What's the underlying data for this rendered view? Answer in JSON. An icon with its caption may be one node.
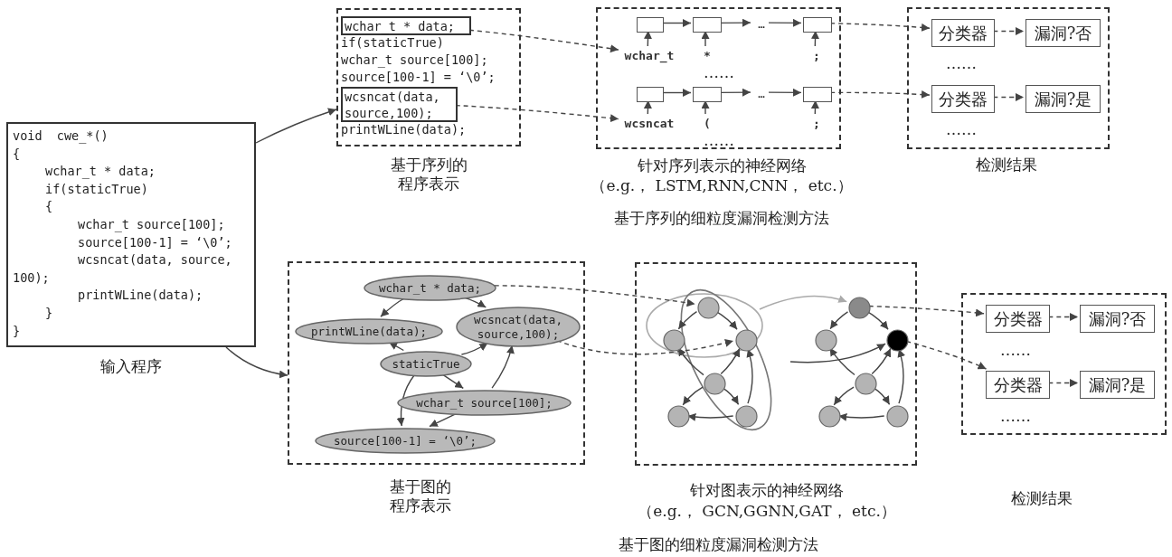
{
  "diagram": {
    "nodes": [
      {
        "text": [
          "void  cwe_*()",
          "{",
          "wchar_t * data;",
          "if(staticTrue)",
          "{",
          "wchar_t source[100];",
          "source[100-1] = ‘\\0’;",
          "wcsncat(data, source, 100);",
          "printWLine(data);",
          "}",
          "}"
        ],
        "beside": [
          "输入程序"
        ]
      },
      {
        "text": [
          "if(staticTrue)",
          "wchar_t source[100];",
          "source[100-1] = ‘\\0’;",
          "printWLine(data);"
        ],
        "beside": [
          "基于序列的程序表示"
        ]
      },
      {
        "text": [
          "wchar_t * data;"
        ],
        "in": 1
      },
      {
        "text": [
          "wcsncat(data, source,100);"
        ],
        "in": 1
      },
      {
        "text": [],
        "shape": "box",
        "beside": [
          "针对序列表示的神经网络",
          "（e.g.， LSTM,RNN,CNN， etc.）"
        ]
      },
      {
        "text": [],
        "shape": "box",
        "in": 4
      },
      {
        "text": [],
        "shape": "box",
        "in": 4
      },
      {
        "text": [
          "…"
        ],
        "in": 4
      },
      {
        "text": [],
        "shape": "box",
        "in": 4
      },
      {
        "text": [
          "wchar_t"
        ],
        "in": 4
      },
      {
        "text": [
          "*"
        ],
        "in": 4
      },
      {
        "text": [
          ";"
        ],
        "in": 4
      },
      {
        "text": [],
        "shape": "box",
        "in": 4
      },
      {
        "text": [],
        "shape": "box",
        "in": 4
      },
      {
        "text": [
          "…"
        ],
        "in": 4
      },
      {
        "text": [],
        "shape": "box",
        "in": 4
      },
      {
        "text": [
          "wcsncat"
        ],
        "in": 4
      },
      {
        "text": [
          "("
        ],
        "in": 4
      },
      {
        "text": [
          ";"
        ],
        "in": 4
      },
      {
        "text": [],
        "shape": "box",
        "beside": [
          "检测结果"
        ]
      },
      {
        "text": [
          "分类器"
        ],
        "in": 19
      },
      {
        "text": [
          "漏洞?否"
        ],
        "in": 19
      },
      {
        "text": [
          "分类器"
        ],
        "in": 19
      },
      {
        "text": [
          "漏洞?是"
        ],
        "in": 19
      },
      {
        "text": [],
        "shape": "box",
        "beside": [
          "基于图的程序表示"
        ]
      },
      {
        "text": [
          "wchar_t * data;"
        ],
        "in": 24
      },
      {
        "text": [
          "printWLine(data);"
        ],
        "in": 24
      },
      {
        "text": [
          "wcsncat(data, source,100);"
        ],
        "in": 24
      },
      {
        "text": [
          "staticTrue"
        ],
        "in": 24
      },
      {
        "text": [
          "wchar_t source[100];"
        ],
        "in": 24
      },
      {
        "text": [
          "source[100-1] = ‘\\0’;"
        ],
        "in": 24
      },
      {
        "text": [],
        "shape": "box",
        "beside": [
          "针对图表示的神经网络",
          "（e.g.， GCN,GGNN,GAT， etc.）"
        ]
      },
      {
        "text": [],
        "shape": "circle",
        "in": 31
      },
      {
        "text": [],
        "shape": "circle",
        "in": 31
      },
      {
        "text": [],
        "shape": "circle",
        "in": 31
      },
      {
        "text": [],
        "shape": "circle",
        "in": 31
      },
      {
        "text": [],
        "shape": "circle",
        "in": 31
      },
      {
        "text": [],
        "shape": "circle",
        "in": 31
      },
      {
        "text": [],
        "shape": "circle",
        "in": 31
      },
      {
        "text": [],
        "shape": "circle",
        "in": 31
      },
      {
        "text": [],
        "shape": "circle",
        "in": 31
      },
      {
        "text": [],
        "shape": "circle",
        "in": 31
      },
      {
        "text": [],
        "shape": "circle",
        "in": 31
      },
      {
        "text": [],
        "shape": "circle",
        "in": 31
      },
      {
        "text": [],
        "shape": "box",
        "beside": [
          "检测结果"
        ]
      },
      {
        "text": [
          "分类器"
        ],
        "in": 44
      },
      {
        "text": [
          "漏洞?否"
        ],
        "in": 44
      },
      {
        "text": [
          "分类器"
        ],
        "in": 44
      },
      {
        "text": [
          "漏洞?是"
        ],
        "in": 44
      }
    ],
    "edges": [
      {
        "from": 0,
        "to": 1,
        "arrow": "to"
      },
      {
        "from": 0,
        "to": 24,
        "arrow": "to"
      },
      {
        "from": 2,
        "to": 9,
        "arrow": "to",
        "style": "dashed"
      },
      {
        "from": 3,
        "to": 16,
        "arrow": "to",
        "style": "dashed"
      },
      {
        "from": 5,
        "to": 6,
        "arrow": "to"
      },
      {
        "from": 6,
        "to": 7,
        "arrow": "to"
      },
      {
        "from": 7,
        "to": 8,
        "arrow": "to"
      },
      {
        "from": 9,
        "to": 5,
        "arrow": "to"
      },
      {
        "from": 10,
        "to": 6,
        "arrow": "to"
      },
      {
        "from": 11,
        "to": 8,
        "arrow": "to"
      },
      {
        "from": 12,
        "to": 13,
        "arrow": "to"
      },
      {
        "from": 13,
        "to": 14,
        "arrow": "to"
      },
      {
        "from": 14,
        "to": 15,
        "arrow": "to"
      },
      {
        "from": 16,
        "to": 12,
        "arrow": "to"
      },
      {
        "from": 17,
        "to": 13,
        "arrow": "to"
      },
      {
        "from": 18,
        "to": 15,
        "arrow": "to"
      },
      {
        "from": 8,
        "to": 20,
        "arrow": "to",
        "style": "dashed"
      },
      {
        "from": 20,
        "to": 21,
        "arrow": "to",
        "style": "dashed"
      },
      {
        "from": 15,
        "to": 22,
        "arrow": "to",
        "style": "dashed"
      },
      {
        "from": 22,
        "to": 23,
        "arrow": "to",
        "style": "dashed"
      },
      {
        "from": 25,
        "to": 26,
        "arrow": "to"
      },
      {
        "from": 25,
        "to": 27,
        "arrow": "to"
      },
      {
        "from": 28,
        "to": 26,
        "arrow": "to"
      },
      {
        "from": 28,
        "to": 27,
        "arrow": "to"
      },
      {
        "from": 28,
        "to": 29,
        "arrow": "to"
      },
      {
        "from": 28,
        "to": 30,
        "arrow": "to"
      },
      {
        "from": 29,
        "to": 27,
        "arrow": "to"
      },
      {
        "from": 29,
        "to": 30,
        "arrow": "to"
      },
      {
        "from": 25,
        "to": 32,
        "arrow": "to",
        "style": "dashed"
      },
      {
        "from": 27,
        "to": 34,
        "arrow": "to",
        "style": "dashed"
      },
      {
        "from": 32,
        "to": 33,
        "arrow": "to"
      },
      {
        "from": 32,
        "to": 34,
        "arrow": "to"
      },
      {
        "from": 35,
        "to": 33,
        "arrow": "to"
      },
      {
        "from": 35,
        "to": 34,
        "arrow": "to"
      },
      {
        "from": 35,
        "to": 36,
        "arrow": "to"
      },
      {
        "from": 35,
        "to": 37,
        "arrow": "to"
      },
      {
        "from": 37,
        "to": 36,
        "arrow": "to"
      },
      {
        "from": 37,
        "to": 34,
        "arrow": "to"
      },
      {
        "from": 38,
        "to": 39,
        "arrow": "to"
      },
      {
        "from": 38,
        "to": 40,
        "arrow": "to"
      },
      {
        "from": 41,
        "to": 39,
        "arrow": "to"
      },
      {
        "from": 41,
        "to": 40,
        "arrow": "to"
      },
      {
        "from": 41,
        "to": 42,
        "arrow": "to"
      },
      {
        "from": 41,
        "to": 43,
        "arrow": "to"
      },
      {
        "from": 43,
        "to": 42,
        "arrow": "to"
      },
      {
        "from": 43,
        "to": 40,
        "arrow": "to"
      },
      {
        "from": null,
        "to": 38,
        "arrow": "to",
        "color": "#aaaaaa"
      },
      {
        "from": null,
        "to": 40,
        "arrow": "to"
      },
      {
        "from": 38,
        "to": 45,
        "arrow": "to",
        "style": "dashed"
      },
      {
        "from": 45,
        "to": 46,
        "arrow": "to",
        "style": "dashed"
      },
      {
        "from": 40,
        "to": 47,
        "arrow": "to",
        "style": "dashed"
      },
      {
        "from": 47,
        "to": 48,
        "arrow": "to",
        "style": "dashed"
      }
    ],
    "labels": [
      "……",
      "……",
      "……",
      "……",
      "基于序列的细粒度漏洞检测方法",
      "……",
      "……",
      "基于图的细粒度漏洞检测方法"
    ]
  }
}
